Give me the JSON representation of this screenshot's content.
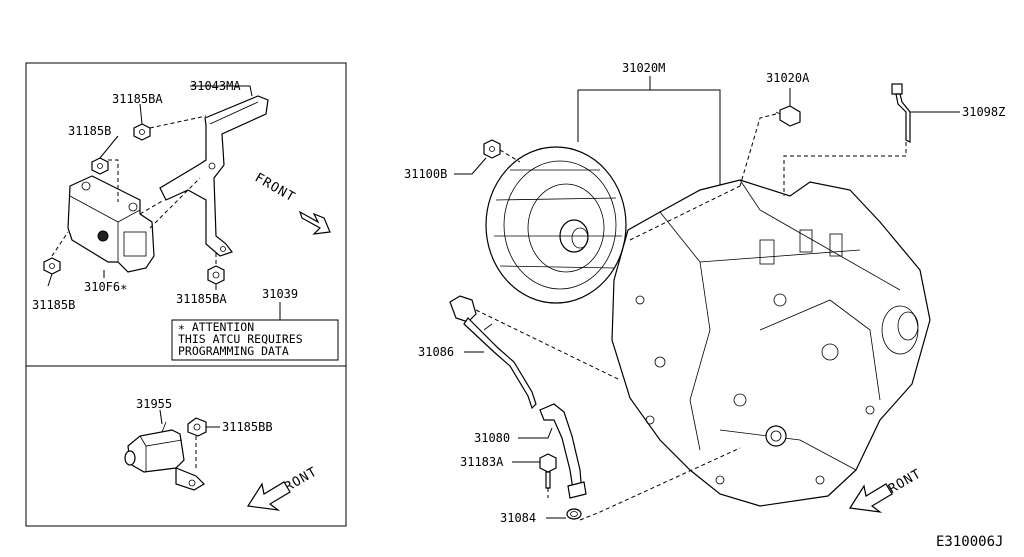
{
  "diagram_id": "E310006J",
  "front_label": "FRONT",
  "attention": {
    "line1": "∗ ATTENTION",
    "line2": "THIS ATCU REQUIRES",
    "line3": "PROGRAMMING DATA"
  },
  "labels": {
    "p31185BA_top": "31185BA",
    "p31043MA": "31043MA",
    "p31185B_top": "31185B",
    "p31185B_bottom": "31185B",
    "p310F6": "310F6∗",
    "p31185BA_bottom": "31185BA",
    "p31039": "31039",
    "p31955": "31955",
    "p31185BB": "31185BB",
    "p31020M": "31020M",
    "p31020A": "31020A",
    "p31098Z": "31098Z",
    "p31100B": "31100B",
    "p31086": "31086",
    "p31080": "31080",
    "p31183A": "31183A",
    "p31084": "31084"
  }
}
